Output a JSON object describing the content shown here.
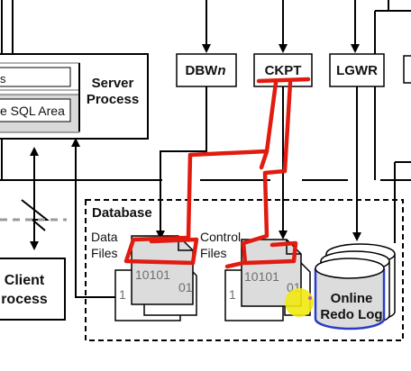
{
  "diagram": {
    "server_process": {
      "line1": "Server",
      "line2": "Process"
    },
    "sga_rows": {
      "top_fragment": "s",
      "shared_sql": "e SQL Area"
    },
    "client_process": {
      "line1": "Client",
      "line2": "rocess"
    },
    "processes": {
      "dbwn_prefix": "DBW",
      "dbwn_suffix": "n",
      "ckpt": "CKPT",
      "lgwr": "LGWR"
    },
    "database_label": "Database",
    "data_files": {
      "line1": "Data",
      "line2": "Files"
    },
    "control_files": {
      "line1": "Control",
      "line2": "Files"
    },
    "file_binary": "10101",
    "file_binary_partial": "01",
    "file_binary_back": "1",
    "online_redo_log": {
      "line1": "Online",
      "line2": "Redo Log"
    },
    "colors": {
      "annotation": "#e11b0f",
      "highlight": "#f1ea11",
      "marker": "#d14bd1",
      "redo_outline": "#2a3cc4",
      "line": "#000000",
      "gray_fill": "#d9d9d9",
      "dashed_gray": "#9a9a9a"
    }
  }
}
